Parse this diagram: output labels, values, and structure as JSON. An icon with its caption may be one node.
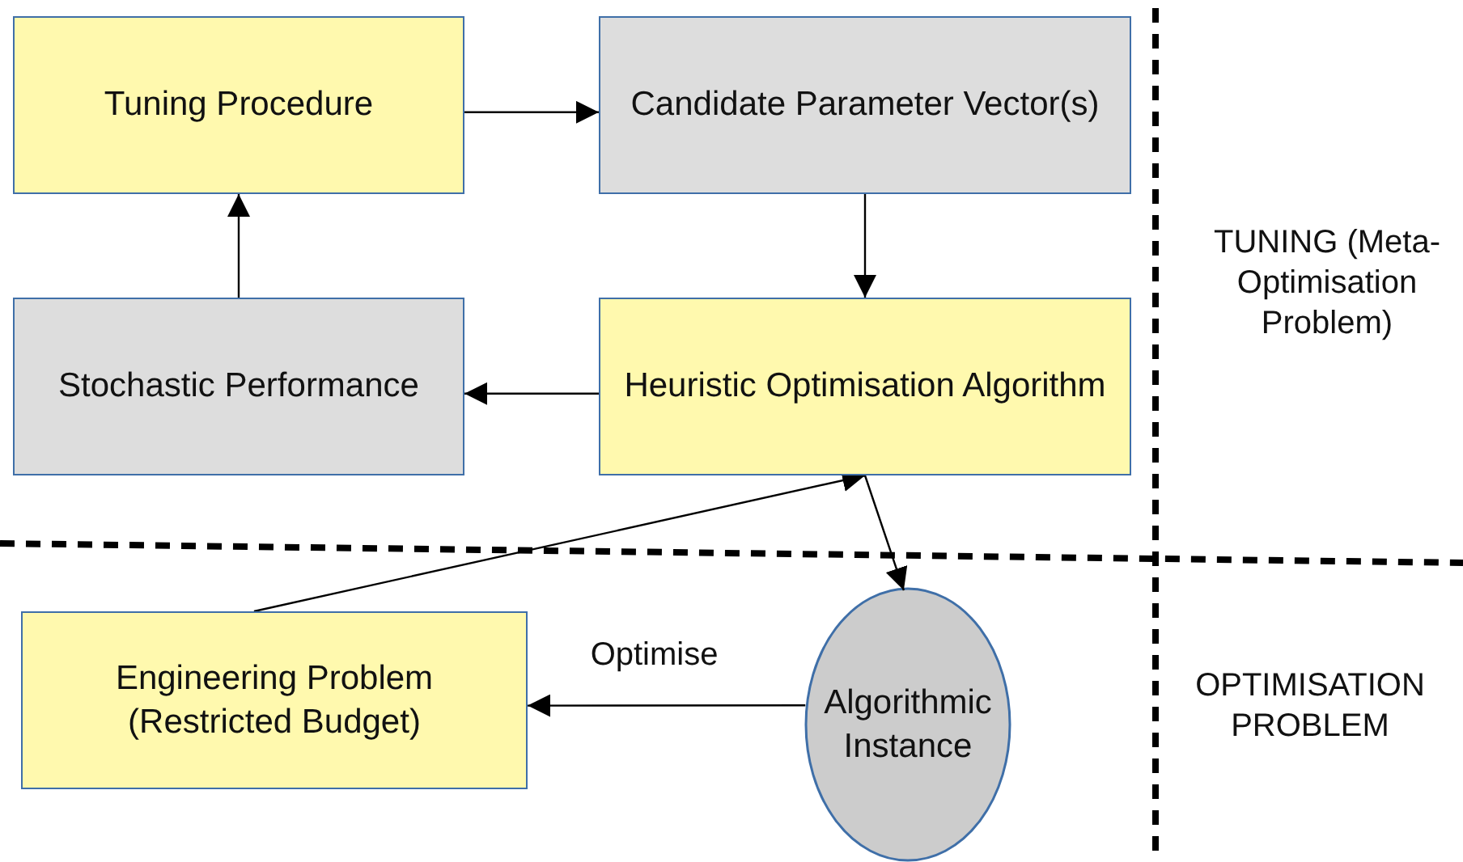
{
  "diagram": {
    "nodes": [
      {
        "text": [
          "Tuning Procedure"
        ]
      },
      {
        "text": [
          "Candidate Parameter Vector(s)"
        ]
      },
      {
        "text": [
          "Stochastic Performance"
        ]
      },
      {
        "text": [
          "Heuristic Optimisation Algorithm"
        ]
      },
      {
        "text": [
          "Engineering Problem (Restricted Budget)"
        ]
      },
      {
        "text": [
          "Algorithmic Instance"
        ]
      }
    ],
    "edges": [
      {
        "from": 0,
        "to": 1,
        "arrow": "to"
      },
      {
        "from": 1,
        "to": 3,
        "arrow": "to"
      },
      {
        "from": 3,
        "to": 2,
        "arrow": "to"
      },
      {
        "from": 2,
        "to": 0,
        "arrow": "to"
      },
      {
        "from": 4,
        "to": 3,
        "arrow": "to"
      },
      {
        "from": 3,
        "to": 5,
        "arrow": "to"
      },
      {
        "from": 5,
        "to": 4,
        "arrow": "to",
        "label": "Optimise"
      }
    ],
    "labels": [
      "TUNING (Meta-Optimisation Problem)",
      "OPTIMISATION PROBLEM"
    ]
  }
}
